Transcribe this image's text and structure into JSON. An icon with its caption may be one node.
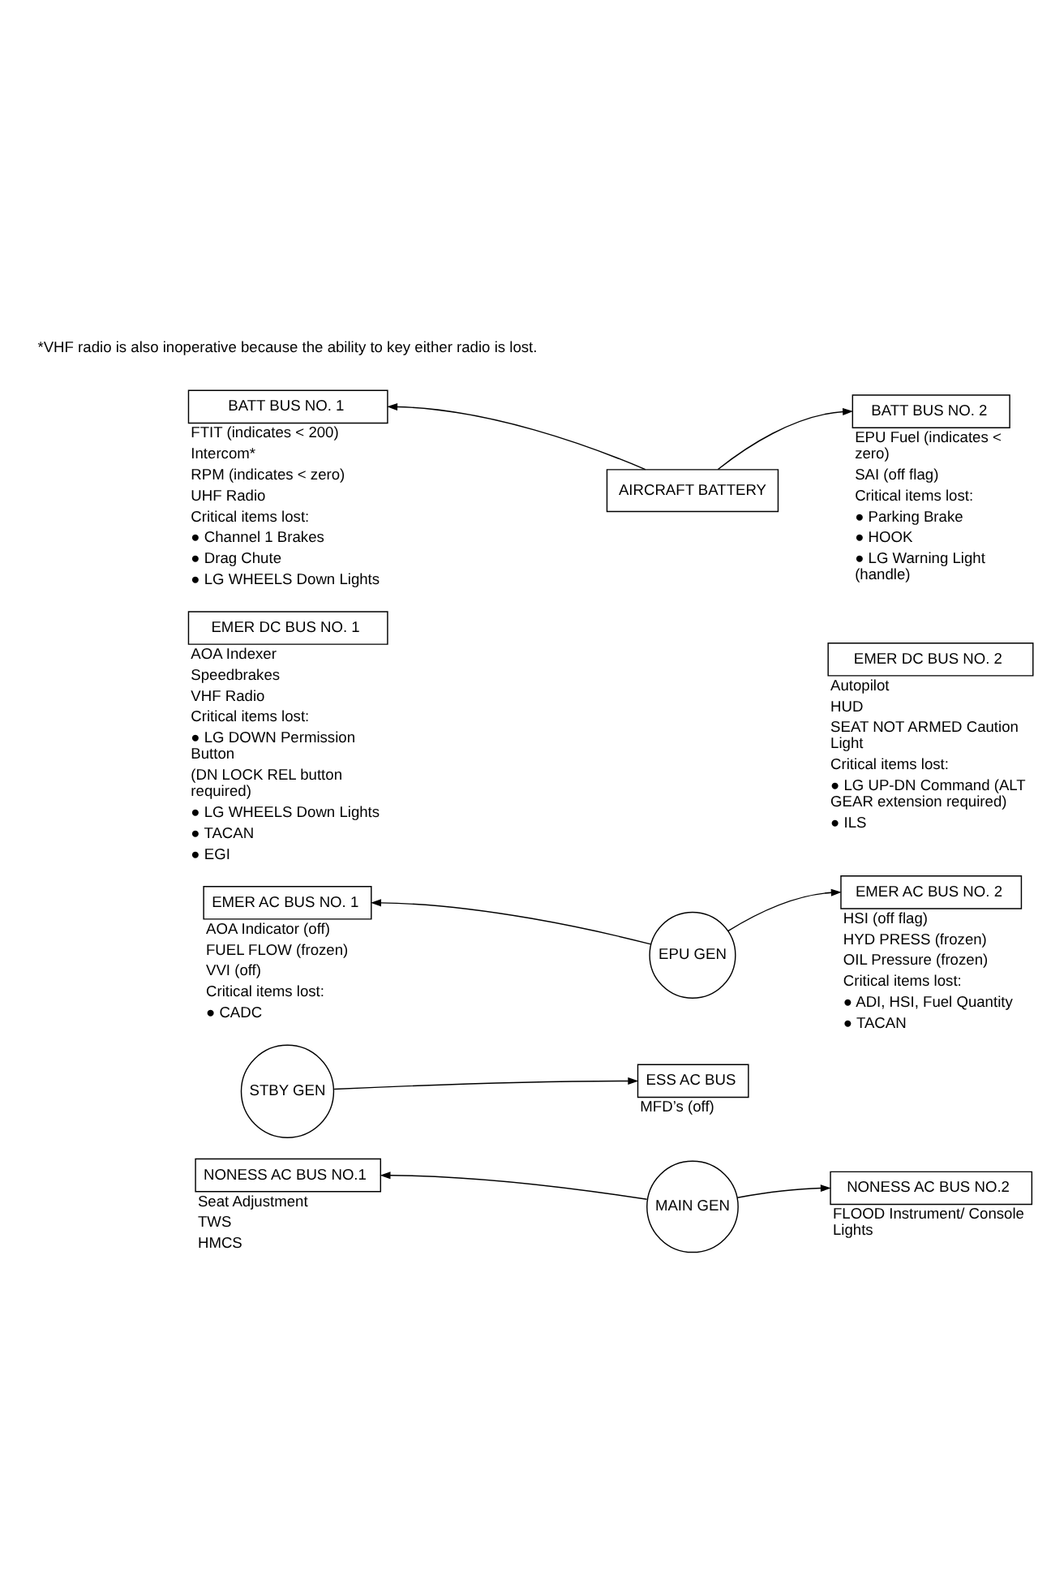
{
  "diagram": {
    "nodes": [
      {
        "text": [
          "NONESS AC BUS NO.1"
        ],
        "beside": [
          "Seat Adjustment",
          "TWS",
          "HMCS"
        ]
      },
      {
        "text": [
          "MAIN GEN"
        ]
      },
      {
        "text": [
          "NONESS AC BUS NO.2"
        ],
        "beside": [
          "FLOOD Instrument/ Console Lights"
        ]
      },
      {
        "text": [
          "STBY GEN"
        ]
      },
      {
        "text": [
          "ESS AC BUS"
        ],
        "beside": [
          "MFD’s (off)"
        ]
      },
      {
        "text": [
          "EMER AC BUS NO. 1"
        ],
        "beside": [
          "AOA Indicator (off)",
          "FUEL FLOW (frozen)",
          "VVI (off)",
          "Critical items lost:",
          "● CADC"
        ]
      },
      {
        "text": [
          "EPU GEN"
        ]
      },
      {
        "text": [
          "EMER AC BUS NO. 2"
        ],
        "beside": [
          "HSI (off flag)",
          "HYD PRESS (frozen)",
          "OIL Pressure (frozen)",
          "Critical items lost:",
          "● ADI, HSI, Fuel Quantity",
          "● TACAN"
        ]
      },
      {
        "text": [
          "EMER DC BUS NO. 1"
        ],
        "beside": [
          "AOA Indexer",
          "Speedbrakes",
          "VHF Radio",
          "Critical items lost:",
          "● LG DOWN Permission Button",
          "(DN LOCK REL button required)",
          "● LG WHEELS Down Lights",
          "● TACAN",
          "● EGI"
        ]
      },
      {
        "text": [
          "EMER DC BUS NO. 2"
        ],
        "beside": [
          "Autopilot",
          "HUD",
          "SEAT NOT ARMED Caution Light",
          "Critical items lost:",
          "● LG UP-DN Command (ALT GEAR extension required)",
          "● ILS"
        ]
      },
      {
        "text": [
          "BATT BUS NO. 1"
        ],
        "beside": [
          "FTIT (indicates < 200)",
          "Intercom*",
          "RPM (indicates < zero)",
          "UHF Radio",
          "Critical items lost:",
          "● Channel 1 Brakes",
          "● Drag Chute",
          "● LG WHEELS Down Lights"
        ]
      },
      {
        "text": [
          "AIRCRAFT BATTERY"
        ]
      },
      {
        "text": [
          "BATT BUS NO. 2"
        ],
        "beside": [
          "EPU Fuel (indicates < zero)",
          "SAI (off flag)",
          "Critical items lost:",
          "● Parking Brake",
          "● HOOK",
          "● LG Warning Light (handle)"
        ]
      }
    ],
    "edges": [
      {
        "from": 1,
        "to": 0,
        "arrow": "to"
      },
      {
        "from": 1,
        "to": 2,
        "arrow": "to"
      },
      {
        "from": 3,
        "to": 4,
        "arrow": "to"
      },
      {
        "from": 6,
        "to": 5,
        "arrow": "to"
      },
      {
        "from": 6,
        "to": 7,
        "arrow": "to"
      },
      {
        "from": 11,
        "to": 10,
        "arrow": "to"
      },
      {
        "from": 11,
        "to": 12,
        "arrow": "to"
      }
    ],
    "labels": [
      "*VHF radio is also inoperative because the ability to key either radio is lost."
    ]
  }
}
